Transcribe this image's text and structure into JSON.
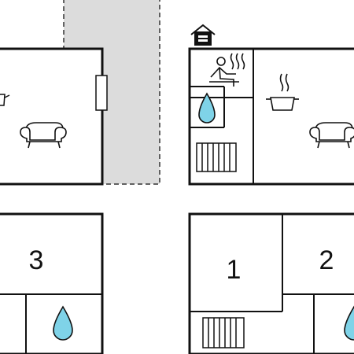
{
  "room_labels": {
    "room_1": "1",
    "room_2": "2",
    "room_3": "3"
  },
  "colors": {
    "wall": "#111111",
    "terrace": "#dcdcdc",
    "water": "#7fd3e8",
    "background": "#ffffff"
  },
  "icons": [
    "sauna-icon",
    "water-drop-icon",
    "radiator-icon",
    "sofa-icon",
    "cooking-pot-icon",
    "fireplace-icon",
    "window-icon"
  ]
}
